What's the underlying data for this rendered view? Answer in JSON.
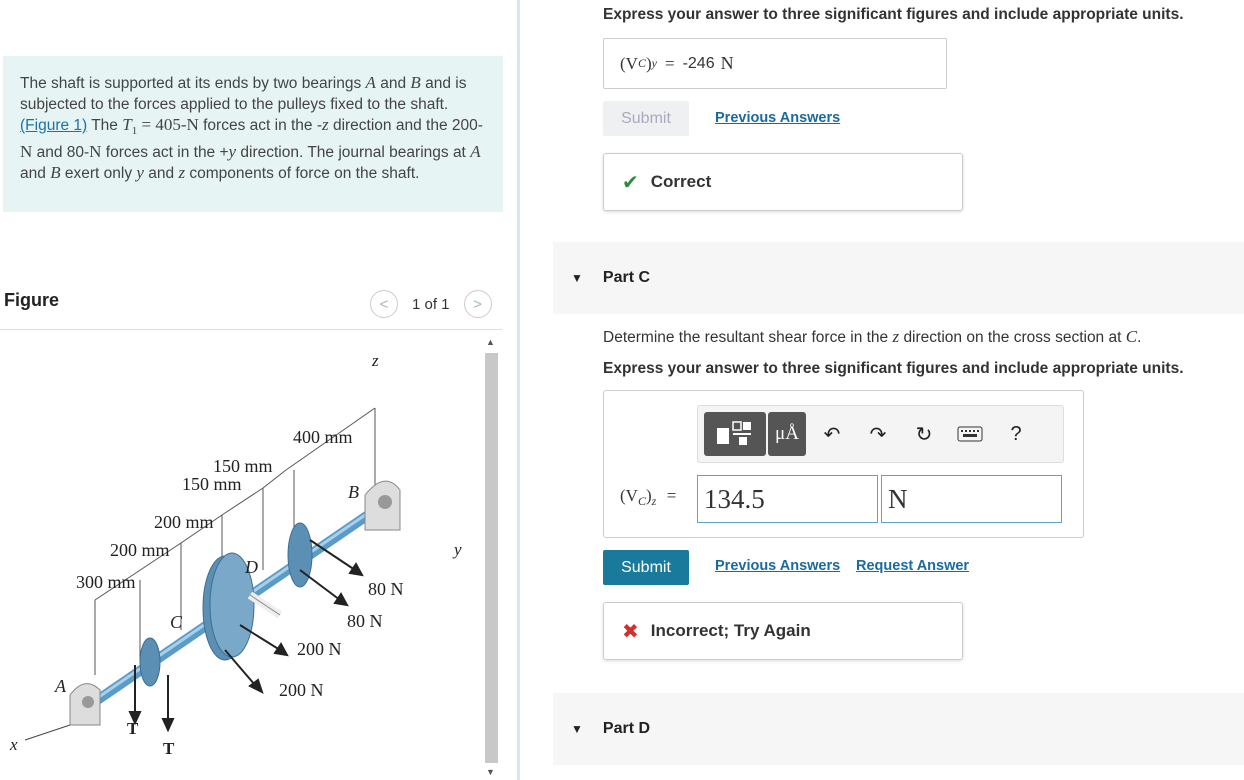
{
  "problem": {
    "text_1": "The shaft is supported at its ends by two bearings",
    "bearing_a": "A",
    "and": "and",
    "bearing_b": "B",
    "text_2": "and is subjected to the forces applied to the pulleys fixed to the shaft.",
    "figure_link": "(Figure 1)",
    "text_3": "The",
    "t1_symbol": "T",
    "t1_sub": "1",
    "t1_value": "= 405-",
    "unit_n": "N",
    "text_4": "forces act in the -",
    "z": "z",
    "text_5": "direction and the",
    "val_200": "200-",
    "text_6": "and 80-",
    "text_7": "forces act in the +",
    "y": "y",
    "text_8": "direction. The journal bearings at",
    "text_9": "exert only",
    "text_10": "components of force on the shaft."
  },
  "figure": {
    "title": "Figure",
    "counter": "1 of 1",
    "prev_icon": "<",
    "next_icon": ">",
    "labels": {
      "z_axis": "z",
      "y_axis": "y",
      "x_axis": "x",
      "d400": "400 mm",
      "d150a": "150 mm",
      "d150b": "150 mm",
      "d200a": "200 mm",
      "d200b": "200 mm",
      "d300": "300 mm",
      "pt_a": "A",
      "pt_b": "B",
      "pt_c": "C",
      "pt_d": "D",
      "f80a": "80 N",
      "f80b": "80 N",
      "f200a": "200 N",
      "f200b": "200 N",
      "t1a": "T",
      "t1b": "T"
    }
  },
  "part_b": {
    "instruction": "Express your answer to three significant figures and include appropriate units.",
    "answer_label": "(V",
    "answer_sub": "C",
    "answer_var": "y",
    "answer_eq": "=",
    "answer_value": "-246",
    "answer_unit": "N",
    "submit_label": "Submit",
    "previous_answers": "Previous Answers",
    "feedback": "Correct"
  },
  "part_c": {
    "header": "Part C",
    "question_1": "Determine the resultant shear force in the",
    "question_z": "z",
    "question_2": "direction on the cross section at",
    "question_c": "C",
    "question_end": ".",
    "instruction": "Express your answer to three significant figures and include appropriate units.",
    "toolbar": {
      "mu_a": "μÅ",
      "undo_icon": "↶",
      "redo_icon": "↷",
      "reset_icon": "↻",
      "keyboard_icon": "keyboard",
      "help_icon": "?"
    },
    "eq_label": "(V",
    "eq_sub": "C",
    "eq_var": "z",
    "eq_sign": "=",
    "value": "134.5",
    "unit": "N",
    "submit_label": "Submit",
    "previous_answers": "Previous Answers",
    "request_answer": "Request Answer",
    "feedback": "Incorrect; Try Again"
  },
  "part_d": {
    "header": "Part D"
  }
}
